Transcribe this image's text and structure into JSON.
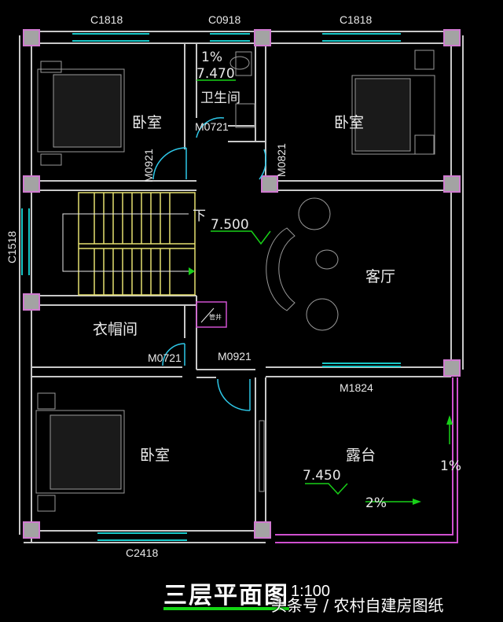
{
  "drawing": {
    "title": "三层平面图",
    "scale": "1:100",
    "watermark": "头条号 / 农村自建房图纸"
  },
  "window_labels": {
    "top_left": "C1818",
    "top_middle": "C0918",
    "top_right": "C1818",
    "left": "C1518",
    "bottom": "C2418",
    "terrace_door": "M1824"
  },
  "door_labels": {
    "bath": "M0721",
    "bedroom_top_left": "M0921",
    "bedroom_top_right": "M0821",
    "wardrobe": "M0721",
    "bedroom_bottom": "M0921"
  },
  "rooms": {
    "bedroom_top_left": "卧室",
    "bathroom": "卫生间",
    "bedroom_top_right": "卧室",
    "living": "客厅",
    "wardrobe": "衣帽间",
    "bedroom_bottom": "卧室",
    "terrace": "露台"
  },
  "annotations": {
    "bath_slope": "1%",
    "bath_elevation": "7.470",
    "stair_down": "下",
    "floor_elevation": "7.500",
    "terrace_elevation": "7.450",
    "terrace_slope": "2%",
    "drain_slope": "1%",
    "shaft_label": "管井"
  },
  "colors": {
    "wall": "#c8c8c8",
    "column": "#a3a3a3",
    "column_outline": "#d07ad0",
    "window": "#18c8c8",
    "stair": "#e6e070",
    "door": "#2ec8e8",
    "leader": "#18d018",
    "drain": "#c030c0"
  }
}
